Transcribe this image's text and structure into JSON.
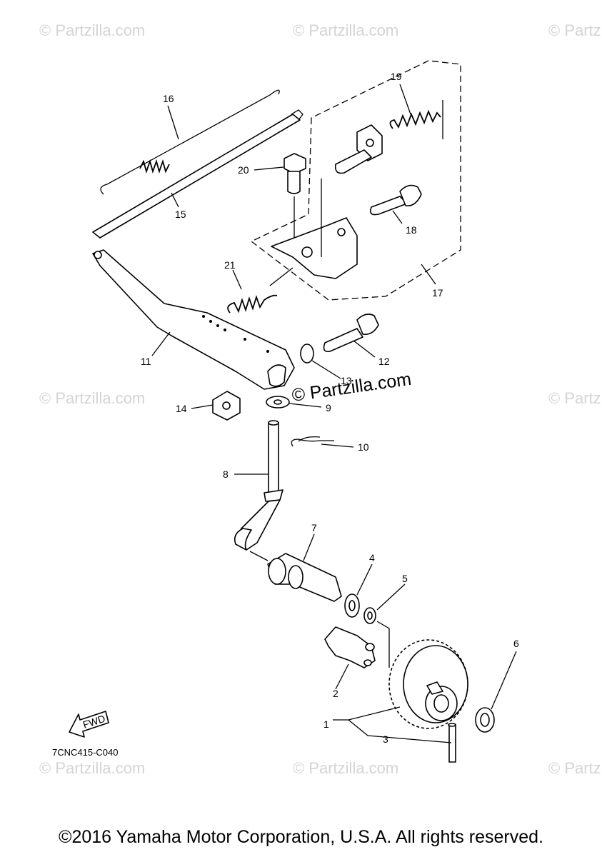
{
  "watermark": "© Partzilla.com",
  "watermark_center": "© Partzilla.com",
  "diagram_code": "7CNC415-C040",
  "fwd_label": "FWD",
  "callouts": {
    "c1": "1",
    "c2": "2",
    "c3": "3",
    "c4": "4",
    "c5": "5",
    "c6": "6",
    "c7": "7",
    "c8": "8",
    "c9": "9",
    "c10": "10",
    "c11": "11",
    "c12": "12",
    "c13": "13",
    "c14": "14",
    "c15": "15",
    "c16": "16",
    "c17": "17",
    "c18": "18",
    "c19": "19",
    "c20": "20",
    "c21": "21"
  },
  "copyright": "©2016 Yamaha Motor Corporation, U.S.A. All rights reserved."
}
